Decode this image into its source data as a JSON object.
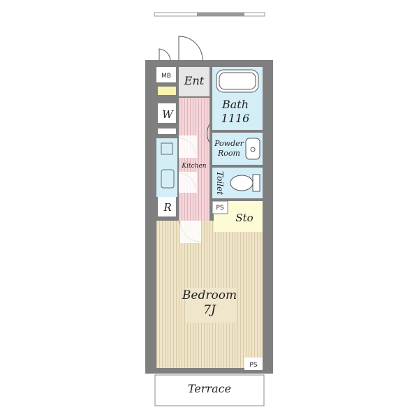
{
  "rooms": {
    "entrance": "Ent",
    "bath_name": "Bath",
    "bath_size": "1116",
    "powder_line1": "Powder",
    "powder_line2": "Room",
    "toilet": "Toilet",
    "kitchen": "Kitchen",
    "storage": "Sto",
    "bedroom_name": "Bedroom",
    "bedroom_size": "7J",
    "terrace": "Terrace"
  },
  "tags": {
    "meter_box": "MB",
    "washer": "W",
    "refrigerator": "R",
    "pipe_space_1": "PS",
    "pipe_space_2": "PS"
  },
  "colors": {
    "wall": "#7f7f7f",
    "wet_area": "#d4eef7",
    "entrance_floor": "#e6e6e6",
    "kitchen_floor": "#f3d6da",
    "storage_floor": "#fcfbd6",
    "bedroom_floor": "#efe4c8",
    "meter_box": "#fbf3b0"
  }
}
